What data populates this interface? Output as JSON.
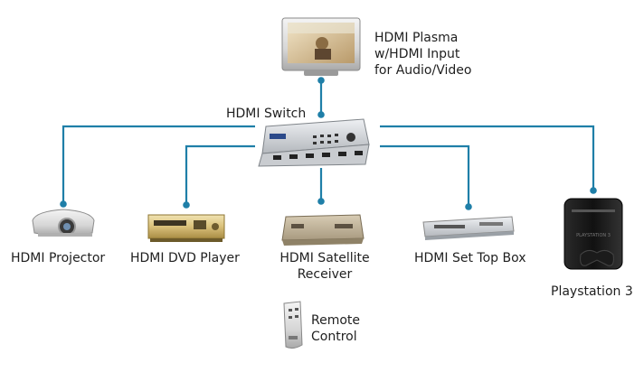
{
  "colors": {
    "connector": "#1f7fa8",
    "background": "#ffffff"
  },
  "nodes": {
    "tv": {
      "label": "HDMI Plasma\nw/HDMI Input\nfor Audio/Video",
      "icon": "plasma-tv-icon"
    },
    "switch": {
      "label": "HDMI Switch",
      "icon": "hdmi-switch-icon"
    },
    "projector": {
      "label": "HDMI Projector",
      "icon": "projector-icon"
    },
    "dvd": {
      "label": "HDMI DVD Player",
      "icon": "dvd-player-icon"
    },
    "satellite": {
      "label": "HDMI Satellite\nReceiver",
      "icon": "satellite-receiver-icon"
    },
    "settop": {
      "label": "HDMI Set Top Box",
      "icon": "set-top-box-icon"
    },
    "ps3": {
      "label": "Playstation 3",
      "icon": "game-console-icon"
    },
    "remote": {
      "label": "Remote\nControl",
      "icon": "remote-control-icon"
    }
  }
}
